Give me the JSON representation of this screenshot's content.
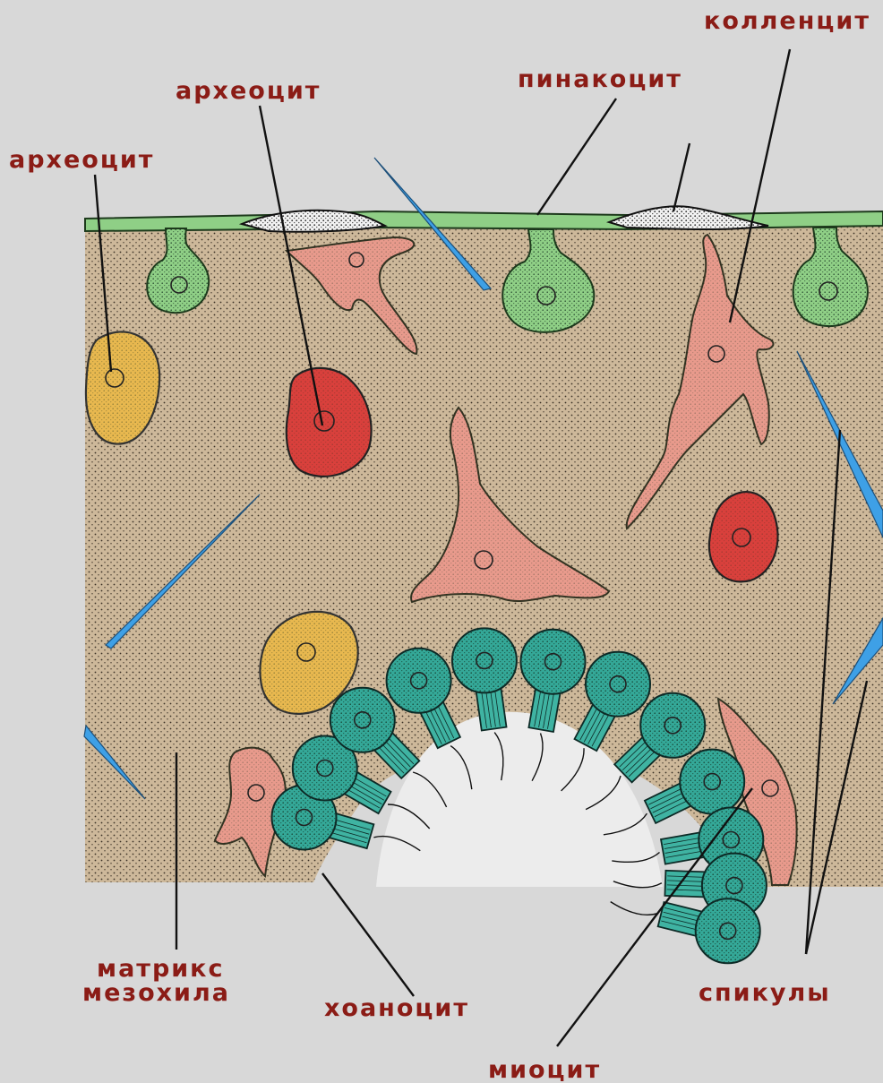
{
  "header_fragment": "",
  "labels": {
    "collencyte": "колленцит",
    "pinacocyte": "пинакоцит",
    "archeocyte_top": "археоцит",
    "archeocyte_left": "археоцит",
    "matrix_line1": "матрикс",
    "matrix_line2": "мезохила",
    "choanocyte": "хоаноцит",
    "spicules": "спикулы",
    "myocyte": "миоцит"
  },
  "colors": {
    "background": "#d8d8d8",
    "label_text": "#8b1c16",
    "matrix": "#cdb89a",
    "spicule": "#3ea0e6",
    "pinacocyte": "#8fcf86",
    "archeocyte_yellow": "#e8b84f",
    "archeocyte_red": "#d9403c",
    "collencyte": "#e89a8c",
    "choanocyte": "#34a898"
  }
}
